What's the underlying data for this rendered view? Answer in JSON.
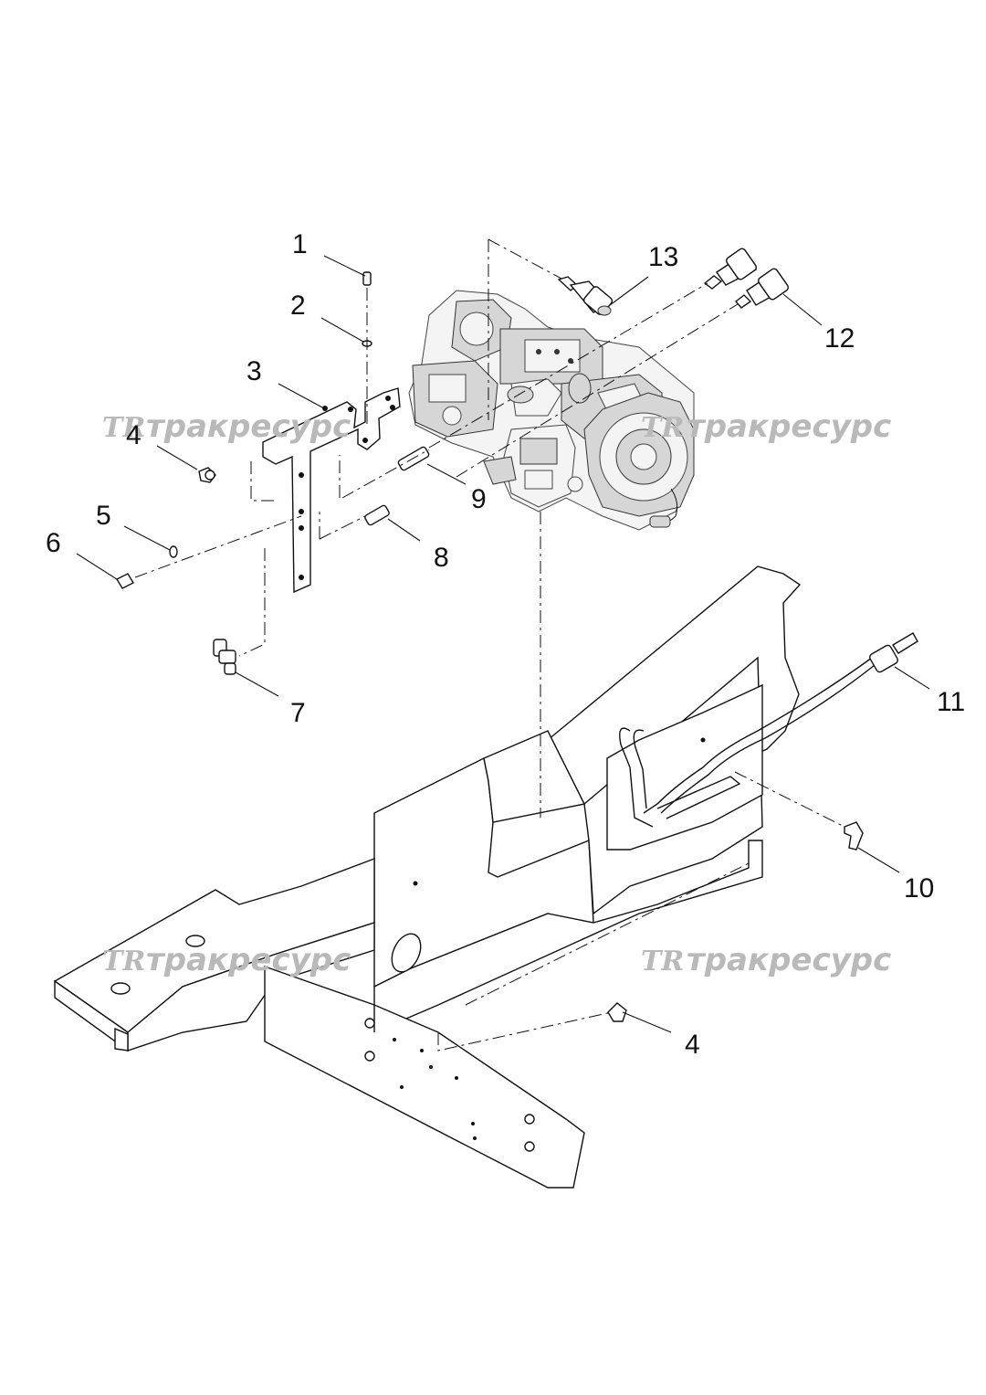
{
  "part_labels": [
    "1",
    "2",
    "3",
    "4",
    "5",
    "6",
    "7",
    "8",
    "9",
    "10",
    "11",
    "12",
    "13",
    "4"
  ],
  "watermark": {
    "logo": "TR",
    "text": "тракресурс"
  },
  "colors": {
    "line": "#111111",
    "watermark": "#b9b9b9",
    "background": "#ffffff"
  }
}
